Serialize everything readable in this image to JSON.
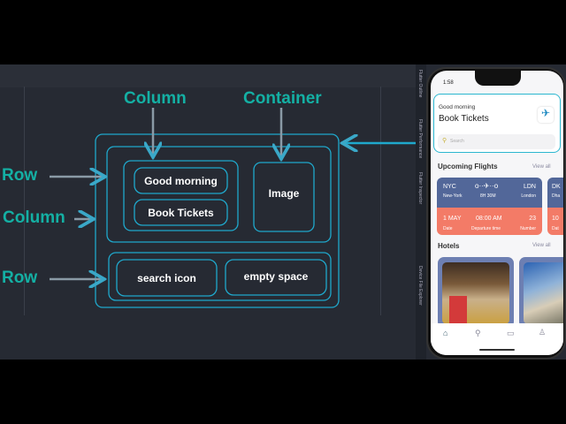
{
  "diagram": {
    "labels": {
      "column_top": "Column",
      "container": "Container",
      "row_top": "Row",
      "column_left": "Column",
      "row_bottom": "Row"
    },
    "boxes": {
      "good_morning": "Good morning",
      "book_tickets": "Book Tickets",
      "image": "Image",
      "search_icon": "search icon",
      "empty_space": "empty space"
    },
    "accent": "#14b0a4",
    "box_stroke": "#1fa8cc"
  },
  "sidebar": [
    "Flutter Outline",
    "Flutter Performance",
    "Flutter Inspector",
    "Device File Explorer"
  ],
  "phone": {
    "time": "1:58",
    "greeting": "Good morning",
    "title": "Book Tickets",
    "search_placeholder": "Search",
    "upcoming": "Upcoming Flights",
    "view_all": "View all",
    "ticket": {
      "from": "NYC",
      "from_city": "New-York",
      "duration": "8H 30M",
      "to": "LDN",
      "to_city": "London",
      "date": "1 MAY",
      "date_label": "Date",
      "time": "08:00 AM",
      "time_label": "Departure time",
      "number": "23",
      "number_label": "Number"
    },
    "ticket2": {
      "from": "DK",
      "from_city": "Dha",
      "date": "10",
      "date_label": "Dat"
    },
    "hotels": "Hotels",
    "hotels_view_all": "View all",
    "nav": [
      "home-icon",
      "search-icon",
      "ticket-icon",
      "profile-icon"
    ]
  }
}
